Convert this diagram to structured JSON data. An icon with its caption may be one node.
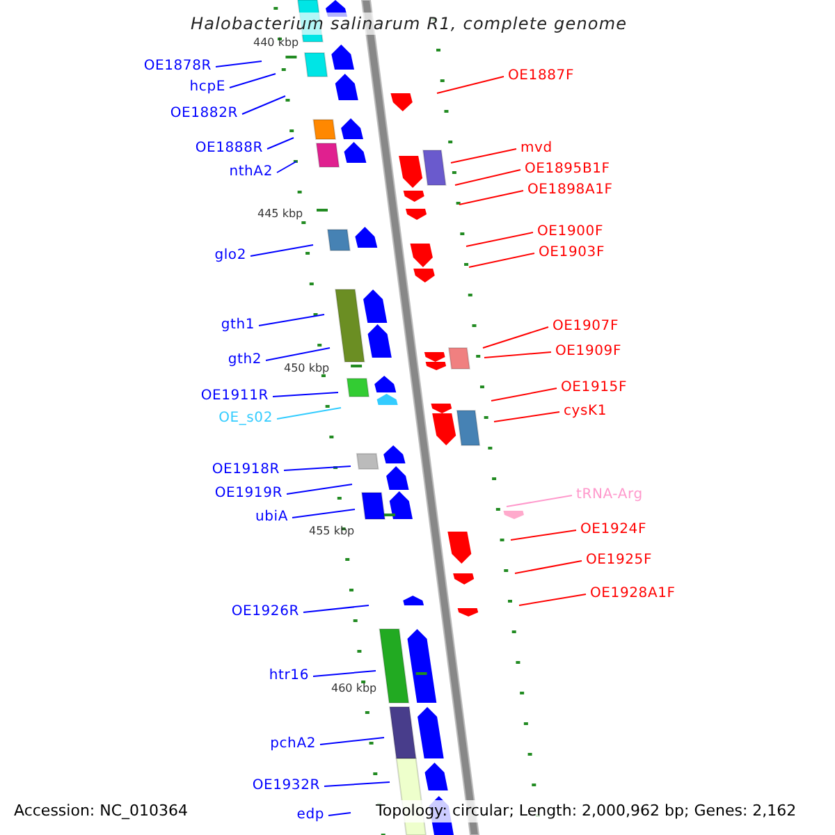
{
  "diagram": {
    "title": "Halobacterium salinarum R1, complete genome",
    "nodes": [
      {
        "text": [
          "OE1878R"
        ]
      },
      {
        "text": [
          "OE1887F"
        ]
      },
      {
        "text": [
          "hcpE"
        ]
      },
      {
        "text": [
          "OE1882R"
        ]
      },
      {
        "text": [
          "OE1888R"
        ]
      },
      {
        "text": [
          "mvd"
        ]
      },
      {
        "text": [
          "OE1895B1F"
        ]
      },
      {
        "text": [
          "nthA2"
        ]
      },
      {
        "text": [
          "OE1898A1F"
        ]
      },
      {
        "text": [
          "OE1900F"
        ]
      },
      {
        "text": [
          "OE1903F"
        ]
      },
      {
        "text": [
          "glo2"
        ]
      },
      {
        "text": [
          "gth1"
        ]
      },
      {
        "text": [
          "OE1907F"
        ]
      },
      {
        "text": [
          "OE1909F"
        ]
      },
      {
        "text": [
          "gth2"
        ]
      },
      {
        "text": [
          "OE1915F"
        ]
      },
      {
        "text": [
          "OE1911R"
        ]
      },
      {
        "text": [
          "cysK1"
        ]
      },
      {
        "text": [
          "OE_s02"
        ]
      },
      {
        "text": [
          "OE1918R"
        ]
      },
      {
        "text": [
          "OE1919R"
        ]
      },
      {
        "text": [
          "tRNA-Arg"
        ]
      },
      {
        "text": [
          "ubiA"
        ]
      },
      {
        "text": [
          "OE1924F"
        ]
      },
      {
        "text": [
          "OE1925F"
        ]
      },
      {
        "text": [
          "OE1928A1F"
        ]
      },
      {
        "text": [
          "OE1926R"
        ]
      },
      {
        "text": [
          "htr16"
        ]
      },
      {
        "text": [
          "pchA2"
        ]
      },
      {
        "text": [
          "OE1932R"
        ]
      },
      {
        "text": [
          "edp"
        ]
      }
    ],
    "edges": [
      {
        "from": 0,
        "to": null,
        "arrow": "none"
      },
      {
        "from": 1,
        "to": null,
        "arrow": "none",
        "color": "#ff0000"
      },
      {
        "from": 2,
        "to": null,
        "arrow": "none"
      },
      {
        "from": 3,
        "to": null,
        "arrow": "none"
      },
      {
        "from": 4,
        "to": null,
        "arrow": "none"
      },
      {
        "from": 5,
        "to": null,
        "arrow": "none",
        "color": "#ff0000"
      },
      {
        "from": 6,
        "to": null,
        "arrow": "none",
        "color": "#ff0000"
      },
      {
        "from": 7,
        "to": null,
        "arrow": "none"
      },
      {
        "from": 8,
        "to": null,
        "arrow": "none",
        "color": "#ff0000"
      },
      {
        "from": 9,
        "to": null,
        "arrow": "none",
        "color": "#ff0000"
      },
      {
        "from": 10,
        "to": null,
        "arrow": "none",
        "color": "#ff0000"
      },
      {
        "from": 11,
        "to": null,
        "arrow": "none"
      },
      {
        "from": 12,
        "to": null,
        "arrow": "none"
      },
      {
        "from": 13,
        "to": null,
        "arrow": "none",
        "color": "#ff0000"
      },
      {
        "from": 14,
        "to": null,
        "arrow": "none",
        "color": "#ff0000"
      },
      {
        "from": 15,
        "to": null,
        "arrow": "none"
      },
      {
        "from": 16,
        "to": null,
        "arrow": "none",
        "color": "#ff0000"
      },
      {
        "from": 17,
        "to": null,
        "arrow": "none"
      },
      {
        "from": 18,
        "to": null,
        "arrow": "none",
        "color": "#ff0000"
      },
      {
        "from": 19,
        "to": null,
        "arrow": "none",
        "color": "#33ccff"
      },
      {
        "from": 20,
        "to": null,
        "arrow": "none"
      },
      {
        "from": 21,
        "to": null,
        "arrow": "none"
      },
      {
        "from": 22,
        "to": null,
        "arrow": "none",
        "color": "#ff99cc"
      },
      {
        "from": 23,
        "to": null,
        "arrow": "none"
      },
      {
        "from": 24,
        "to": null,
        "arrow": "none",
        "color": "#ff0000"
      },
      {
        "from": 25,
        "to": null,
        "arrow": "none",
        "color": "#ff0000"
      },
      {
        "from": 26,
        "to": null,
        "arrow": "none",
        "color": "#ff0000"
      },
      {
        "from": 27,
        "to": null,
        "arrow": "none"
      },
      {
        "from": 28,
        "to": null,
        "arrow": "none"
      },
      {
        "from": 29,
        "to": null,
        "arrow": "none"
      },
      {
        "from": 30,
        "to": null,
        "arrow": "none"
      },
      {
        "from": 31,
        "to": null,
        "arrow": "none"
      }
    ],
    "labels": [
      "440 kbp",
      "445 kbp",
      "450 kbp",
      "455 kbp",
      "460 kbp",
      "Accession: NC_010364",
      "Topology: circular; Length: 2,000,962 bp; Genes: 2,162"
    ]
  }
}
